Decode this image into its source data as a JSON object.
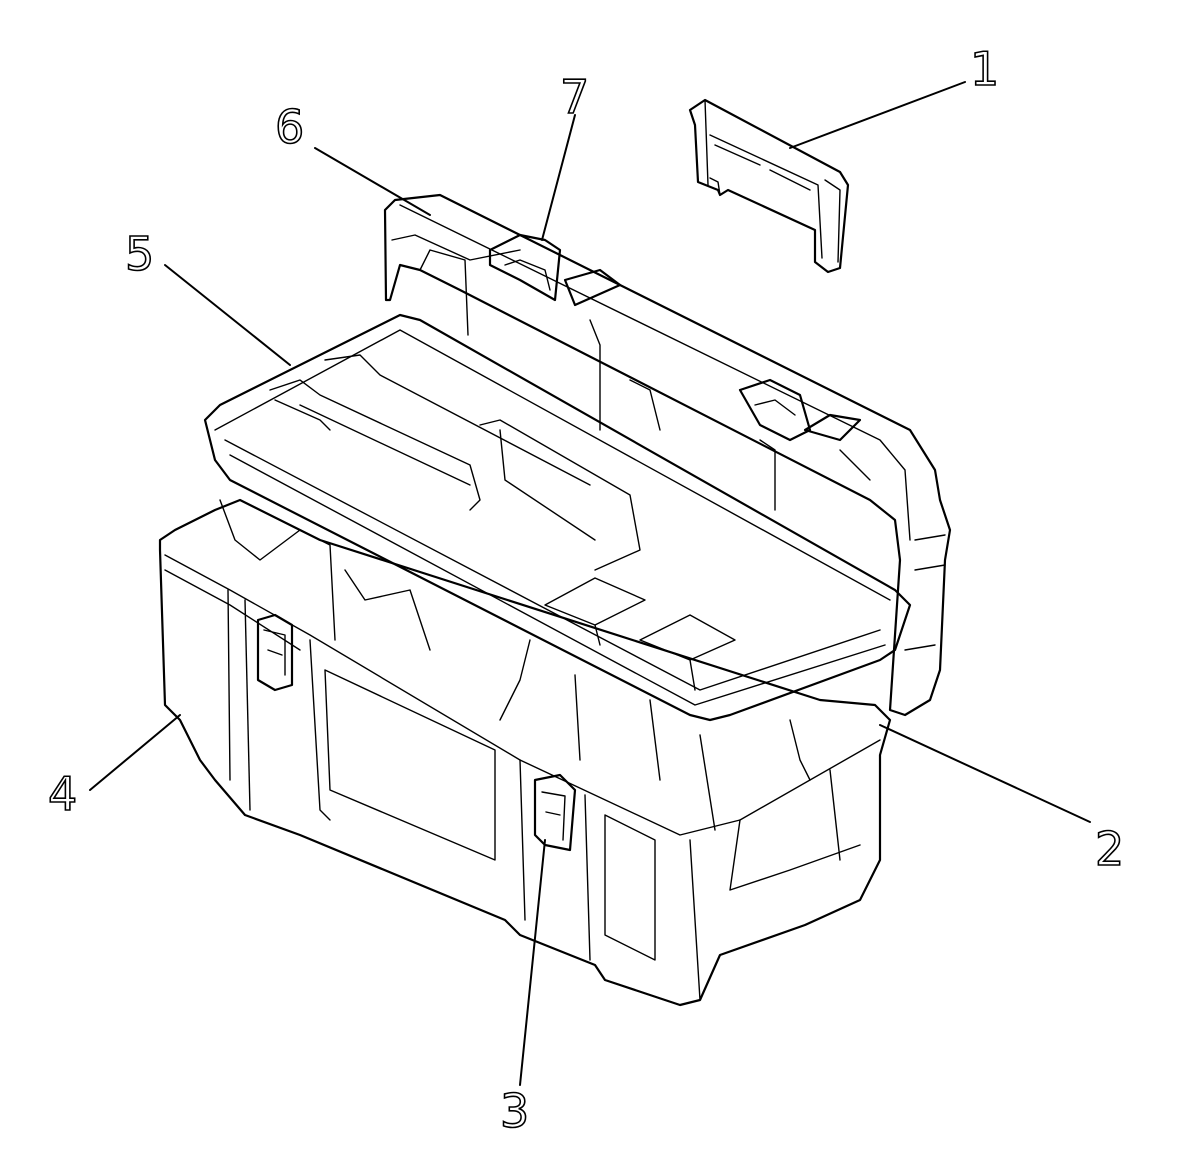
{
  "figure": {
    "callouts": [
      {
        "id": "1",
        "label": "1"
      },
      {
        "id": "2",
        "label": "2"
      },
      {
        "id": "3",
        "label": "3"
      },
      {
        "id": "4",
        "label": "4"
      },
      {
        "id": "5",
        "label": "5"
      },
      {
        "id": "6",
        "label": "6"
      },
      {
        "id": "7",
        "label": "7"
      }
    ],
    "colors": {
      "line": "#000000",
      "background": "#ffffff"
    }
  }
}
